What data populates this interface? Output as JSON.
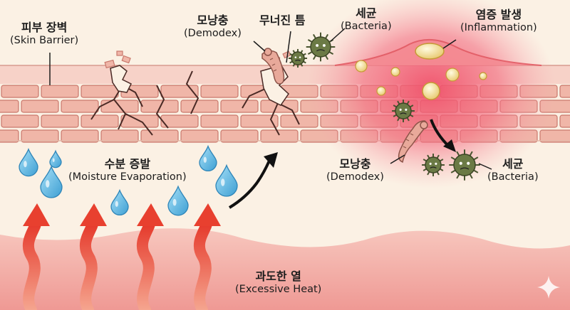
{
  "labels": {
    "skin_barrier": {
      "ko": "피부 장벽",
      "en": "(Skin Barrier)"
    },
    "demodex_top": {
      "ko": "모낭충",
      "en": "(Demodex)"
    },
    "broken_gap": {
      "ko": "무너진 틈",
      "en": ""
    },
    "bacteria_top": {
      "ko": "세균",
      "en": "(Bacteria)"
    },
    "inflammation": {
      "ko": "염증 발생",
      "en": "(Inflammation)"
    },
    "moisture": {
      "ko": "수분 증발",
      "en": "(Moisture Evaporation)"
    },
    "demodex_bottom": {
      "ko": "모낭충",
      "en": "(Demodex)"
    },
    "bacteria_bottom": {
      "ko": "세균",
      "en": "(Bacteria)"
    },
    "heat": {
      "ko": "과도한 열",
      "en": "(Excessive Heat)"
    }
  },
  "icons": [
    "water-drop-icon",
    "heat-arrow-icon",
    "bacteria-icon",
    "demodex-mite-icon",
    "sparkle-icon"
  ],
  "colors": {
    "background": "#fbf1e4",
    "brick": "#f0b6a8",
    "brick_outline": "#c9786c",
    "inflammation": "#f0506a",
    "heat_arrow": "#e8402f",
    "water_drop": "#6cc3ea",
    "bacteria": "#6b7a45",
    "heat_band": "#f2a7a3"
  }
}
